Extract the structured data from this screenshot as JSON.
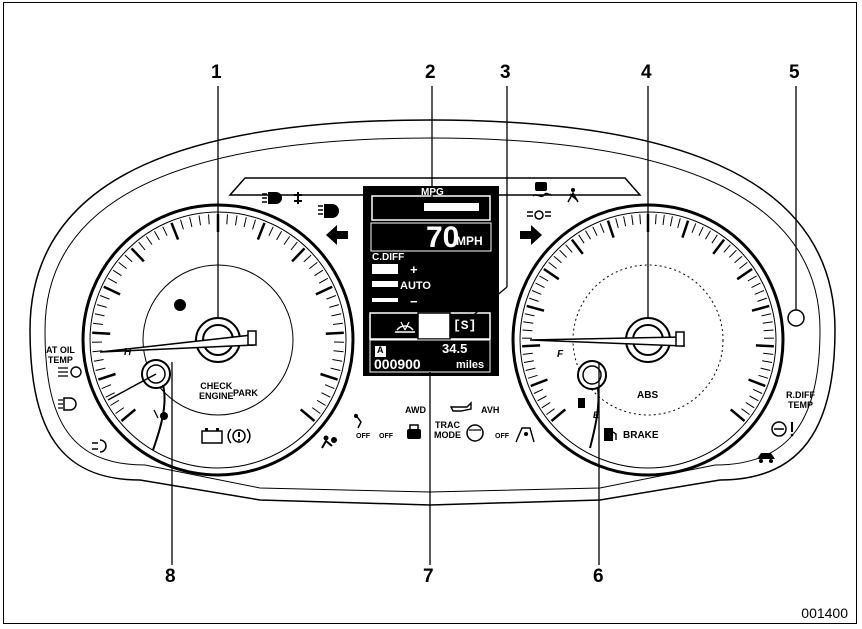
{
  "figure_id": "001400",
  "callouts": [
    "1",
    "2",
    "3",
    "4",
    "5",
    "6",
    "7",
    "8"
  ],
  "display": {
    "mpg_label": "MPG",
    "speed_value": "70",
    "speed_unit": "MPH",
    "cdiff_label": "C.DIFF",
    "cdiff_plus": "+",
    "cdiff_auto": "AUTO",
    "cdiff_minus": "−",
    "gear": "[S]",
    "trip_label": "A",
    "trip_value": "34.5",
    "odometer": "000900",
    "odometer_unit": "miles"
  },
  "tach": {
    "needle_label": "H",
    "check_engine": [
      "CHECK",
      "ENGINE"
    ],
    "park": "PARK",
    "at_oil_temp": [
      "AT OIL",
      "TEMP"
    ]
  },
  "speedo": {
    "needle_label": "F",
    "fuel_e": "E",
    "abs": "ABS",
    "brake": "BRAKE",
    "r_diff_temp": [
      "R.DIFF",
      "TEMP"
    ]
  },
  "center_lamps": {
    "awd": "AWD",
    "avh": "AVH",
    "trac_mode": [
      "TRAC",
      "MODE"
    ],
    "off": "OFF"
  },
  "icons": [
    "headlight-icon",
    "front-fog-icon",
    "high-beam-icon",
    "left-turn-arrow-icon",
    "right-turn-arrow-icon",
    "vdc-icon",
    "position-light-icon",
    "seatbelt-icon",
    "battery-icon",
    "brake-warning-icon",
    "airbag-icon",
    "auto-headlight-icon",
    "rear-fog-icon",
    "oil-pressure-icon",
    "key-icon",
    "tpms-icon",
    "low-fuel-icon",
    "srs-icon",
    "wiper-icon",
    "hill-descent-icon"
  ]
}
